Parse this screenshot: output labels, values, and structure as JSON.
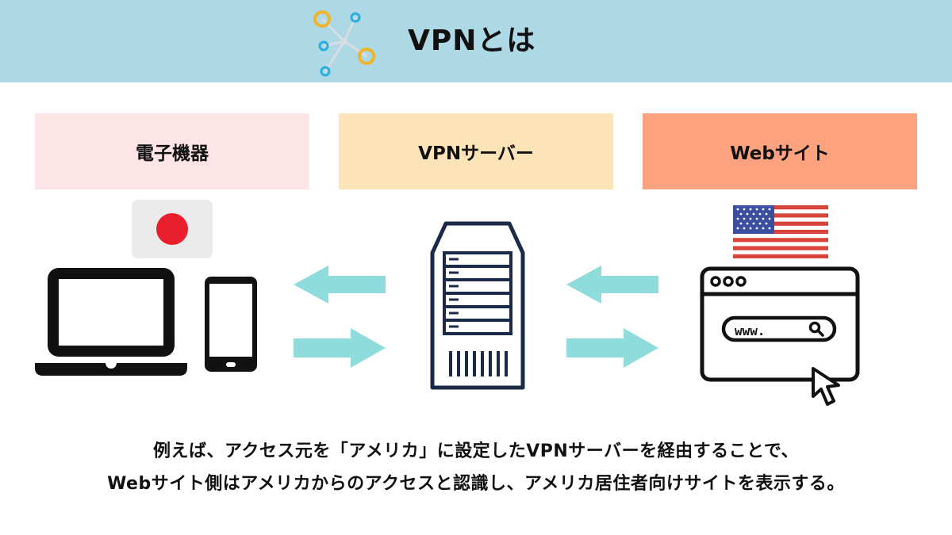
{
  "header": {
    "title": "VPNとは",
    "icon": "network-nodes-icon",
    "background_color": "#add8e6"
  },
  "columns": [
    {
      "label": "電子機器",
      "color": "#fde4e7"
    },
    {
      "label": "VPNサーバー",
      "color": "#fde3b8"
    },
    {
      "label": "Webサイト",
      "color": "#fda27e"
    }
  ],
  "illustrations": {
    "device": [
      "japan-flag-icon",
      "laptop-icon",
      "smartphone-icon"
    ],
    "server": [
      "server-tower-icon"
    ],
    "website": [
      "usa-flag-icon",
      "browser-window-icon",
      "cursor-icon"
    ],
    "browser_url": "www.",
    "arrow_color": "#8fdcdc"
  },
  "caption": {
    "line1": "例えば、アクセス元を「アメリカ」に設定したVPNサーバーを経由することで、",
    "line2": "Webサイト側はアメリカからのアクセスと認識し、アメリカ居住者向けサイトを表示する。"
  }
}
